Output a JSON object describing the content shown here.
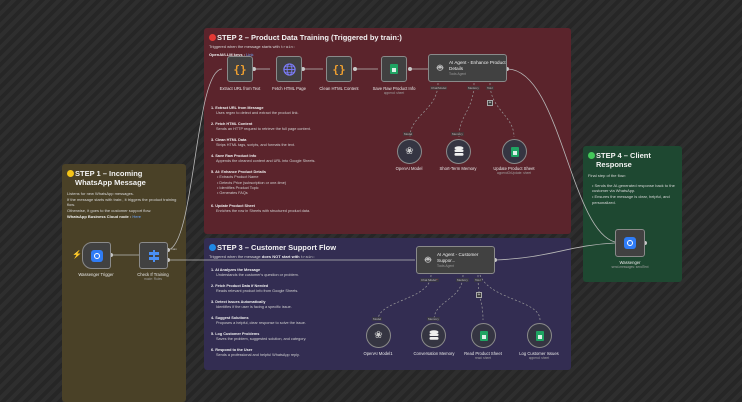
{
  "step1": {
    "title": "STEP 1 – Incoming WhatsApp Message",
    "dot_color": "#f5c518",
    "lines": [
      "Listens for new WhatsApp messages.",
      "If the message starts with train:, it triggers the product training flow.",
      "Otherwise, it goes to the customer support flow."
    ],
    "cloud_node_label": "WhatsApp Business Cloud node :",
    "cloud_node_link": "Here"
  },
  "step2": {
    "title": "STEP 2 – Product Data Training (Triggered by train:)",
    "dot_color": "#e53935",
    "trigger_text": "Triggered when the message starts with",
    "trigger_code": "train:",
    "openai_label": "OpenAI/LLM keys :",
    "openai_link": "Link",
    "list": [
      {
        "title": "1. Extract URL from Message",
        "desc": "Uses regex to detect and extract the product link."
      },
      {
        "title": "2. Fetch HTML Content",
        "desc": "Sends an HTTP request to retrieve the full page content."
      },
      {
        "title": "3. Clean HTML Data",
        "desc": "Strips HTML tags, scripts, and formats the text."
      },
      {
        "title": "4. Save Raw Product Info",
        "desc": "Appends the cleaned content and URL into Google Sheets."
      },
      {
        "title": "5. AI: Enhance Product Details",
        "bullets": [
          "Extracts Product Name",
          "Detects Price (subscription or one-time)",
          "Identifies Product Topic",
          "Generates FAQs"
        ]
      },
      {
        "title": "6. Update Product Sheet",
        "desc": "Enriches the row in Sheets with structured product data."
      }
    ],
    "nodes": {
      "extract": {
        "label": "Extract URL from Text"
      },
      "fetch": {
        "label": "Fetch HTML Page"
      },
      "clean": {
        "label": "Clean HTML Content"
      },
      "save": {
        "label": "Save Raw Product Info",
        "sub": "append: sheet"
      },
      "agent": {
        "title": "AI Agent - Enhance Product Details",
        "sub": "Tools Agent",
        "ports": [
          "Chat Model",
          "Memory",
          "Tool"
        ]
      },
      "model": {
        "label": "OpenAI Model",
        "port": "Model"
      },
      "memory": {
        "label": "Short-Term Memory",
        "port": "Memory"
      },
      "update": {
        "label": "Update Product Sheet",
        "sub": "appendOrUpdate: sheet"
      }
    }
  },
  "step3": {
    "title": "STEP 3 – Customer Support Flow",
    "dot_color": "#1e88e5",
    "trigger_text": "Triggered when the message",
    "trigger_bold": "does NOT start with",
    "trigger_code": "train:",
    "list": [
      {
        "title": "1. AI Analyzes the Message",
        "desc": "Understands the customer's question or problem."
      },
      {
        "title": "2. Fetch Product Data if Needed",
        "desc": "Reads relevant product info from Google Sheets."
      },
      {
        "title": "3. Detect Issues Automatically",
        "desc": "Identifies if the user is facing a specific issue."
      },
      {
        "title": "4. Suggest Solutions",
        "desc": "Proposes a helpful, clear response to solve the issue."
      },
      {
        "title": "5. Log Customer Problems",
        "desc": "Saves the problem, suggested solution, and category."
      },
      {
        "title": "6. Respond to the User",
        "desc": "Sends a professional and helpful WhatsApp reply."
      }
    ],
    "nodes": {
      "agent": {
        "title": "AI Agent - Customer Suppor...",
        "sub": "Tools Agent",
        "ports": [
          "Chat Model",
          "Memory",
          "Tool"
        ]
      },
      "model": {
        "label": "OpenAI Model1",
        "port": "Model"
      },
      "memory": {
        "label": "Conversation Memory",
        "port": "Memory"
      },
      "read": {
        "label": "Read Product Sheet",
        "sub": "read: sheet"
      },
      "log": {
        "label": "Log Customer Issues",
        "sub": "append: sheet"
      }
    }
  },
  "step4": {
    "title": "STEP 4 – Client Response",
    "dot_color": "#43c95a",
    "intro": "Final step of the flow:",
    "bullets": [
      "Sends the AI-generated response back to the customer via WhatsApp.",
      "Ensures the message is clear, helpful, and personalized."
    ],
    "node": {
      "label": "Wassenger",
      "sub": "send-messages: sendText"
    }
  },
  "flow": {
    "trigger": {
      "label": "Wassenger Trigger"
    },
    "router": {
      "label": "Check If Training",
      "sub": "mode: Rules",
      "output_label": "train"
    }
  }
}
